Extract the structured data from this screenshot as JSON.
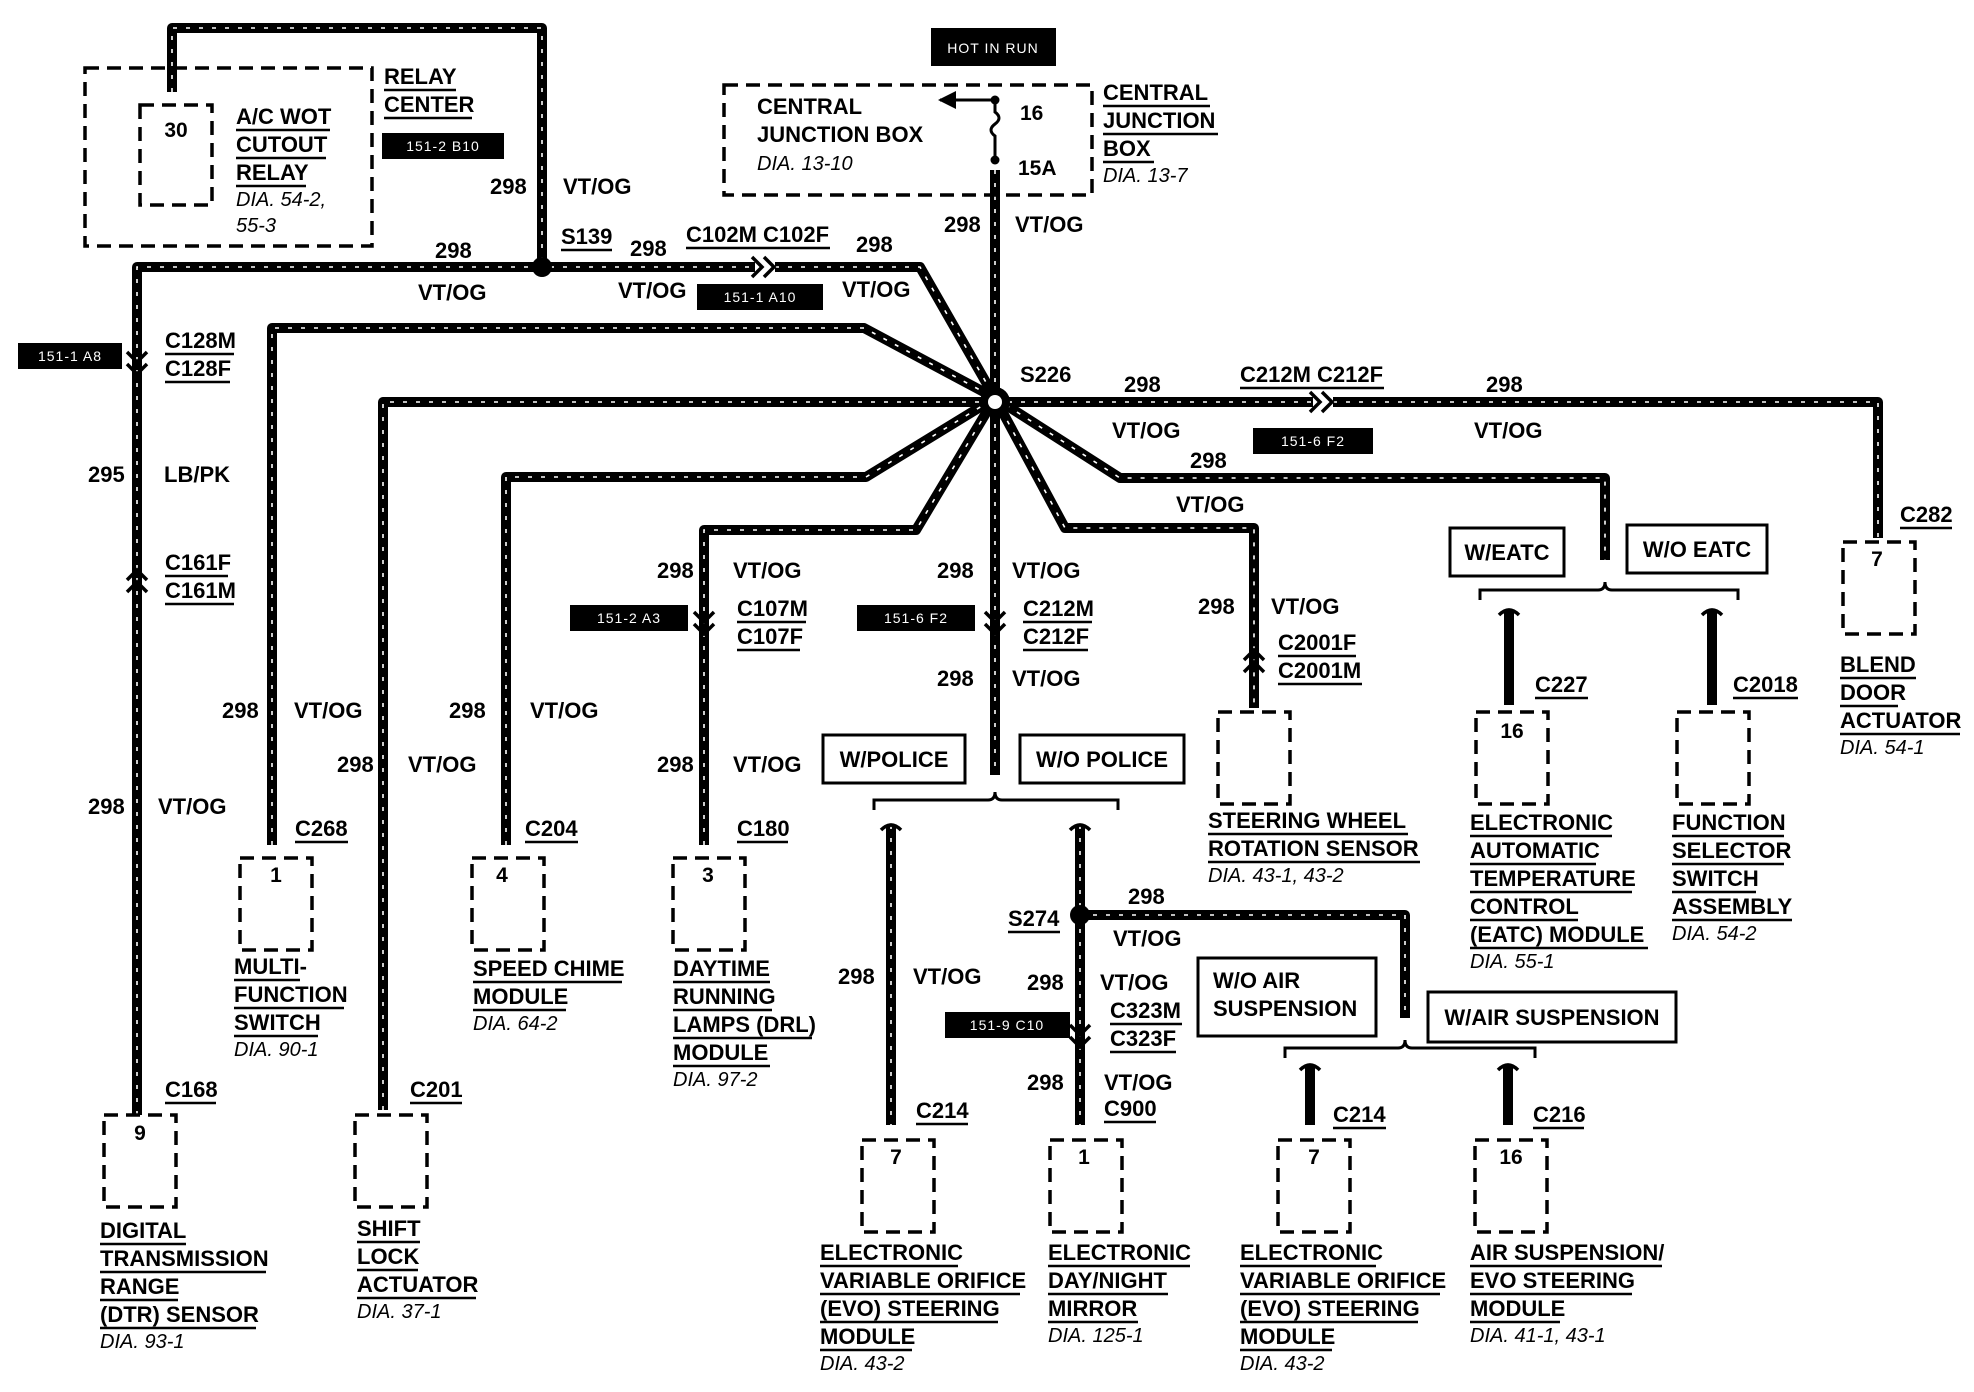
{
  "relay_center": {
    "title_line1": "RELAY",
    "title_line2": "CENTER",
    "ref_tag": "151-2 B10",
    "pin": "30",
    "relay_l1": "A/C WOT",
    "relay_l2": "CUTOUT",
    "relay_l3": "RELAY",
    "dia_l1": "DIA. 54-2,",
    "dia_l2": "55-3"
  },
  "hot_in_run": "HOT IN RUN",
  "cjb": {
    "left_l1": "CENTRAL",
    "left_l2": "JUNCTION BOX",
    "left_dia": "DIA. 13-10",
    "right_l1": "CENTRAL",
    "right_l2": "JUNCTION",
    "right_l3": "BOX",
    "right_dia": "DIA. 13-7",
    "fuse": "16",
    "fuse_amp": "15A"
  },
  "wire_labels": {
    "c298": "298",
    "color_vtog": "VT/OG",
    "c295": "295",
    "color_lbpk": "LB/PK"
  },
  "splices": {
    "s139": "S139",
    "s226": "S226",
    "s274": "S274"
  },
  "connectors": {
    "c102": "C102M C102F",
    "c212top": "C212M C212F",
    "c128m": "C128M",
    "c128f": "C128F",
    "c161f": "C161F",
    "c161m": "C161M",
    "c107m": "C107M",
    "c107f": "C107F",
    "c212m": "C212M",
    "c212f": "C212F",
    "c2001f": "C2001F",
    "c2001m": "C2001M",
    "c282": "C282",
    "c227": "C227",
    "c2018": "C2018",
    "c268": "C268",
    "c204": "C204",
    "c180": "C180",
    "c168": "C168",
    "c201": "C201",
    "c214a": "C214",
    "c900": "C900",
    "c323m": "C323M",
    "c323f": "C323F",
    "c214b": "C214",
    "c216": "C216"
  },
  "ref_tags": {
    "a10": "151-1 A10",
    "a8": "151-1 A8",
    "f2a": "151-6 F2",
    "a3": "151-2 A3",
    "f2b": "151-6 F2",
    "c10": "151-9 C10"
  },
  "options": {
    "w_eatc": "W/EATC",
    "wo_eatc": "W/O EATC",
    "w_police": "W/POLICE",
    "wo_police": "W/O POLICE",
    "wo_air_l1": "W/O AIR",
    "wo_air_l2": "SUSPENSION",
    "w_air": "W/AIR SUSPENSION"
  },
  "components": {
    "dtr": {
      "pin": "9",
      "l1": "DIGITAL",
      "l2": "TRANSMISSION",
      "l3": "RANGE",
      "l4": "(DTR) SENSOR",
      "dia": "DIA. 93-1"
    },
    "shift": {
      "l1": "SHIFT",
      "l2": "LOCK",
      "l3": "ACTUATOR",
      "dia": "DIA. 37-1"
    },
    "mfs": {
      "pin": "1",
      "l1": "MULTI-",
      "l2": "FUNCTION",
      "l3": "SWITCH",
      "dia": "DIA. 90-1"
    },
    "chime": {
      "pin": "4",
      "l1": "SPEED CHIME",
      "l2": "MODULE",
      "dia": "DIA. 64-2"
    },
    "drl": {
      "pin": "3",
      "l1": "DAYTIME",
      "l2": "RUNNING",
      "l3": "LAMPS (DRL)",
      "l4": "MODULE",
      "dia": "DIA. 97-2"
    },
    "evo1": {
      "pin": "7",
      "l1": "ELECTRONIC",
      "l2": "VARIABLE ORIFICE",
      "l3": "(EVO) STEERING",
      "l4": "MODULE",
      "dia": "DIA. 43-2"
    },
    "mirror": {
      "pin": "1",
      "l1": "ELECTRONIC",
      "l2": "DAY/NIGHT",
      "l3": "MIRROR",
      "dia": "DIA. 125-1"
    },
    "evo2": {
      "pin": "7",
      "l1": "ELECTRONIC",
      "l2": "VARIABLE ORIFICE",
      "l3": "(EVO) STEERING",
      "l4": "MODULE",
      "dia": "DIA. 43-2"
    },
    "air": {
      "pin": "16",
      "l1": "AIR SUSPENSION/",
      "l2": "EVO STEERING",
      "l3": "MODULE",
      "dia": "DIA. 41-1, 43-1"
    },
    "swrs": {
      "l1": "STEERING WHEEL",
      "l2": "ROTATION SENSOR",
      "dia": "DIA. 43-1, 43-2"
    },
    "eatc": {
      "pin": "16",
      "l1": "ELECTRONIC",
      "l2": "AUTOMATIC",
      "l3": "TEMPERATURE",
      "l4": "CONTROL",
      "l5": "(EATC) MODULE",
      "dia": "DIA. 55-1"
    },
    "fss": {
      "l1": "FUNCTION",
      "l2": "SELECTOR",
      "l3": "SWITCH",
      "l4": "ASSEMBLY",
      "dia": "DIA. 54-2"
    },
    "blend": {
      "pin": "7",
      "l1": "BLEND",
      "l2": "DOOR",
      "l3": "ACTUATOR",
      "dia": "DIA. 54-1"
    }
  }
}
